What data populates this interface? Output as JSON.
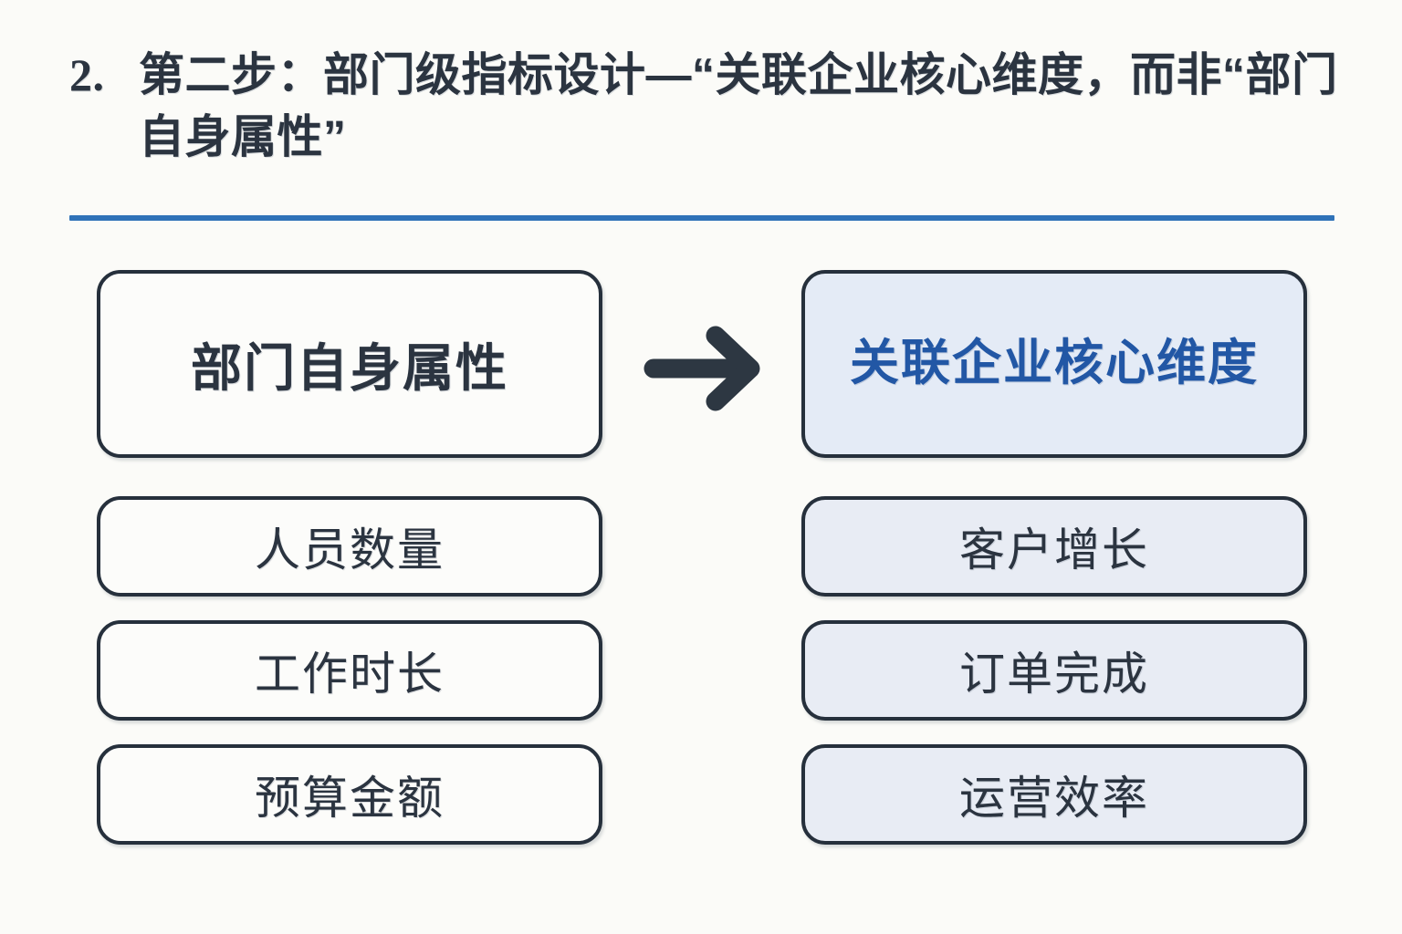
{
  "slide": {
    "background_color": "#fbfbf8",
    "accent_color": "#2f72b8",
    "title": {
      "number": "2.",
      "text": "第二步：部门级指标设计—“关联企业核心维度，而非“部门自身属性”"
    }
  },
  "diagram": {
    "arrow_icon": "arrow-right-icon",
    "left_column": {
      "header": {
        "label": "部门自身属性",
        "fill_color": "#fcfcfa",
        "text_color": "#2b3440"
      },
      "items": [
        {
          "label": "人员数量"
        },
        {
          "label": "工作时长"
        },
        {
          "label": "预算金额"
        }
      ]
    },
    "right_column": {
      "header": {
        "label": "关联企业核心维度",
        "fill_color": "#e4ebf6",
        "text_color": "#2257a5"
      },
      "items": [
        {
          "label": "客户增长"
        },
        {
          "label": "订单完成"
        },
        {
          "label": "运营效率"
        }
      ]
    }
  }
}
